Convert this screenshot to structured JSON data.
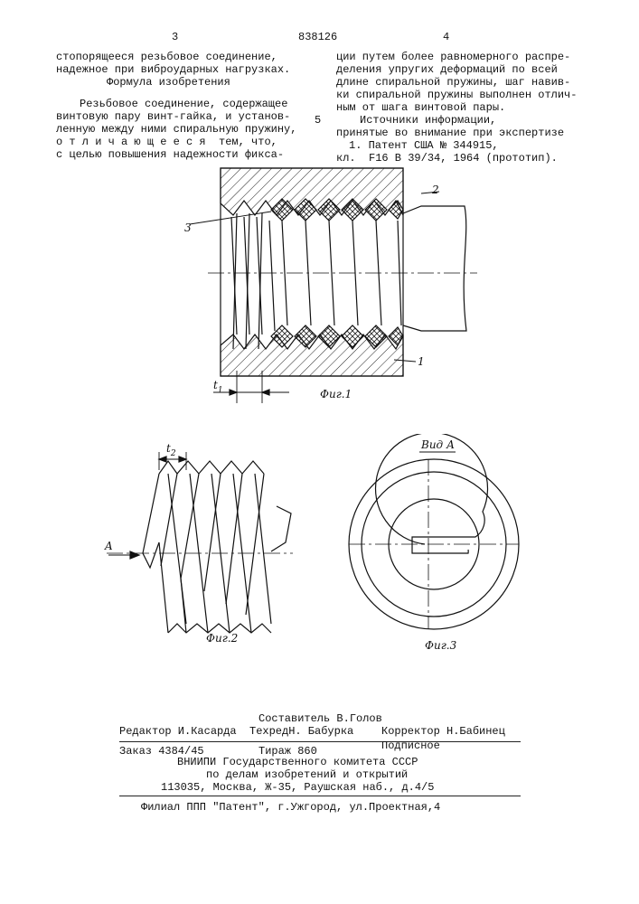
{
  "header": {
    "page_left": "3",
    "patent_number": "838126",
    "page_right": "4",
    "line_marker": "5"
  },
  "left_column": {
    "lines_top": [
      "стопорящееся резьбовое соединение,",
      "надежное при виброударных нагрузках."
    ],
    "formula_heading": "Формула изобретения",
    "claim_lines": [
      "Резьбовое соединение, содержащее",
      "винтовую пару винт-гайка, и установ-",
      "ленную между ними спиральную пружину,",
      "о т л и ч а ю щ е е с я  тем, что,",
      "с целью повышения надежности фикса-"
    ]
  },
  "right_column": {
    "lines": [
      "ции путем более равномерного распре-",
      "деления упругих деформаций по всей",
      "длине спиральной пружины, шаг навив-",
      "ки спиральной пружины выполнен отлич-",
      "ным от шага винтовой пары."
    ],
    "sources_heading_1": "Источники информации,",
    "sources_heading_2": "принятые во внимание при экспертизе",
    "ref_line_1": "1. Патент США № 344915,",
    "ref_line_2": "кл.  F16 B 39/34, 1964 (прототип)."
  },
  "figures": {
    "fig1_label": "Фиг.1",
    "fig2_label": "Фиг.2",
    "fig3_label": "Фиг.3",
    "view_label": "Вид А",
    "callout_1": "1",
    "callout_2": "2",
    "callout_3": "3",
    "t1_label": "t",
    "t1_sub": "1",
    "t2_label": "t",
    "t2_sub": "2",
    "arrow_label": "A"
  },
  "footer": {
    "compiler": "Составитель В.Голов",
    "editor": "Редактор И.Касарда",
    "techred": "ТехредН. Бабурка",
    "corrector": "Корректор Н.Бабинец",
    "order": "Заказ 4384/45",
    "circulation": "Тираж 860",
    "subscription": "Подписное",
    "org_1": "ВНИИПИ Государственного комитета СССР",
    "org_2": "по делам изобретений и открытий",
    "org_3": "113035, Москва, Ж-35, Раушская наб., д.4/5",
    "branch": "Филиал ППП \"Патент\", г.Ужгород, ул.Проектная,4"
  }
}
